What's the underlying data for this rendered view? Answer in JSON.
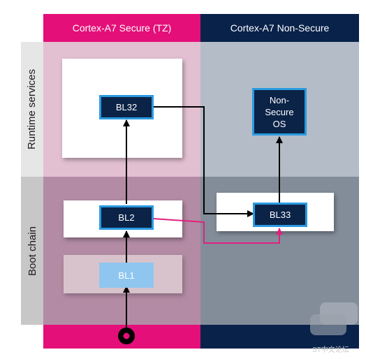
{
  "columns": {
    "secure": {
      "label": "Cortex-A7 Secure (TZ)",
      "color": "#e40f79"
    },
    "non_secure": {
      "label": "Cortex-A7 Non-Secure",
      "color": "#08224a"
    }
  },
  "rows": {
    "runtime": "Runtime services",
    "boot": "Boot chain"
  },
  "nodes": {
    "bl32": "BL32",
    "bl2": "BL2",
    "bl1": "BL1",
    "bl33": "BL33",
    "os_line1": "Non-",
    "os_line2": "Secure",
    "os_line3": "OS"
  },
  "watermark": "ST中文论坛",
  "colors": {
    "arrow": "#000000",
    "alt_path": "#e0207f",
    "node_border": "#2a9ae0",
    "node_fill": "#0b2347",
    "bl1_fill": "#8ec6ef"
  }
}
